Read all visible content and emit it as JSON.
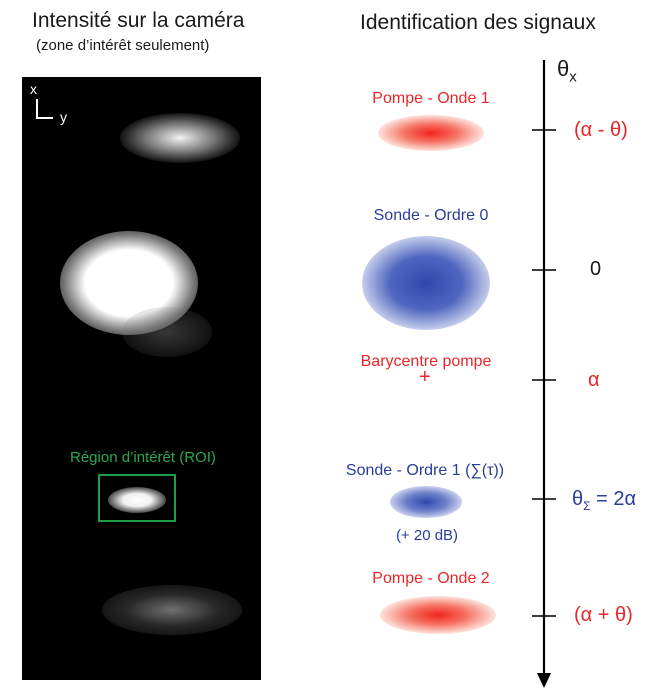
{
  "left_panel": {
    "title": "Intensité sur la caméra",
    "subtitle": "(zone d’intérêt seulement)",
    "axis_x": "x",
    "axis_y": "y",
    "roi_label": "Région d’intérêt (ROI)"
  },
  "right_panel": {
    "title": "Identification des signaux",
    "axis_symbol": "θ",
    "axis_subscript": "x",
    "signals": [
      {
        "label": "Pompe - Onde 1",
        "color": "#e8262a"
      },
      {
        "label": "Sonde - Ordre 0",
        "color": "#2a3d9a"
      },
      {
        "label": "Barycentre pompe",
        "marker": "+",
        "color": "#e8262a"
      },
      {
        "label": "Sonde - Ordre 1 (∑(τ))",
        "note": "(+ 20 dB)",
        "color": "#2a3d9a"
      },
      {
        "label": "Pompe - Onde 2",
        "color": "#e8262a"
      }
    ],
    "ticks": [
      {
        "label": "(α - θ)",
        "color": "#e8262a"
      },
      {
        "label": "0",
        "color": "#1a1a1a"
      },
      {
        "label": "α",
        "color": "#e8262a"
      },
      {
        "symbol": "θ",
        "subscript": "Σ",
        "rest": " = 2α",
        "color": "#2a3d9a"
      },
      {
        "label": "(α + θ)",
        "color": "#e8262a"
      }
    ]
  }
}
